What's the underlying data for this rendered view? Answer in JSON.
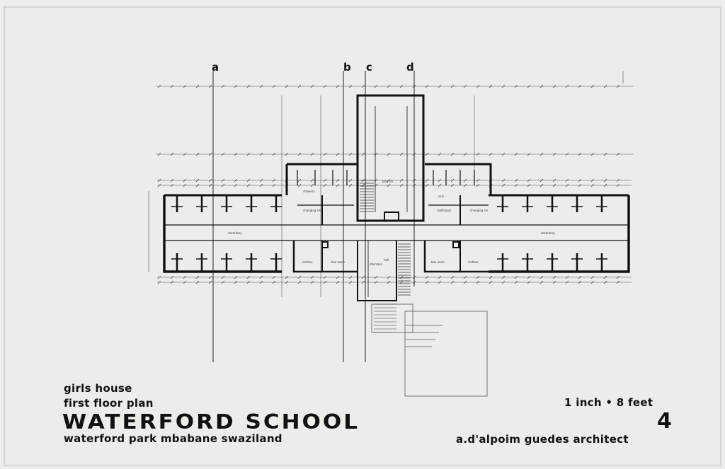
{
  "sections": [
    "a",
    "b",
    "c",
    "d"
  ],
  "rooms": {
    "dormitory_left": "dormitory",
    "dormitory_right": "dormitory",
    "showers": "showers",
    "changing_left": "changing rm",
    "changing_right": "changing rm",
    "bathroom": "bathroom",
    "sink": "sink",
    "play_room": "play rm",
    "clothes_left": "clothes",
    "clothes_right": "clothes",
    "box_room_left": "box room",
    "box_room_right": "box room",
    "hall": "hall",
    "staircase": "staircase"
  },
  "title_block": {
    "line1": "girls house",
    "line2": "first floor plan",
    "school": "WATERFORD SCHOOL",
    "location": "waterford park   mbabane   swaziland",
    "scale": "1 inch • 8 feet",
    "sheet_number": "4",
    "architect": "a.d'alpoim guedes   architect"
  }
}
